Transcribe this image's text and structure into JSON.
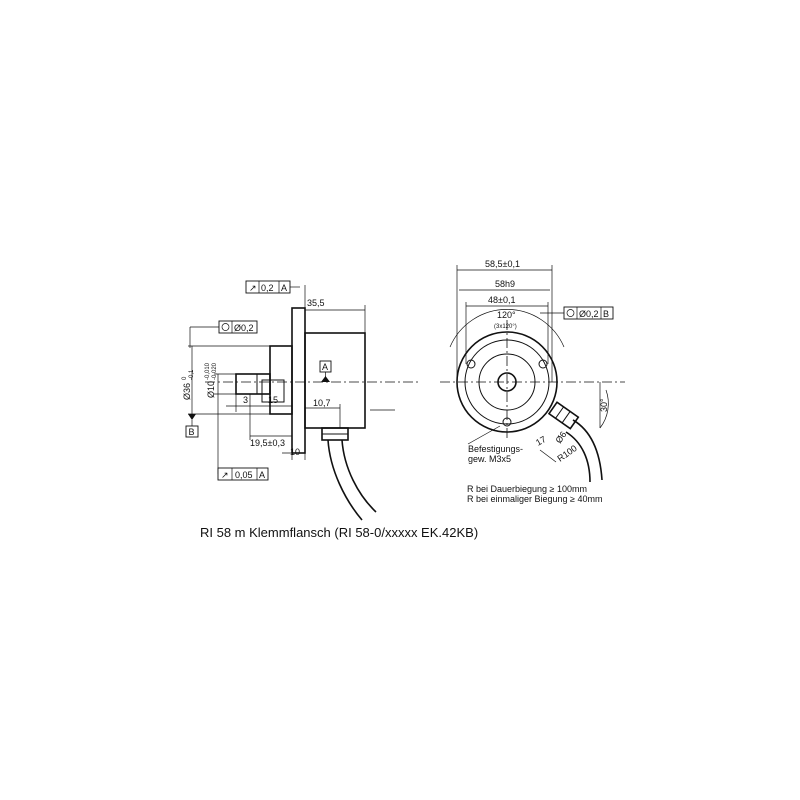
{
  "caption": "RI 58 m Klemmflansch (RI 58-0/xxxxx EK.42KB)",
  "side_view": {
    "tol_runout_top": {
      "value": "0,2",
      "datum": "A"
    },
    "tol_concentric": {
      "value": "Ø0,2"
    },
    "tol_runout_bottom": {
      "value": "0,05",
      "datum": "A"
    },
    "datum_a": "A",
    "datum_b": "B",
    "dim_35_5": "35,5",
    "dim_10_7": "10,7",
    "dim_3": "3",
    "dim_15": "15",
    "dim_19_5": "19,5±0,3",
    "dim_10": "10",
    "dia_36": "Ø36",
    "dia_36_tol_upper": "0",
    "dia_36_tol_lower": "-0,1",
    "dia_10": "Ø10",
    "dia_10_tol_upper": "-0,010",
    "dia_10_tol_lower": "-0,020"
  },
  "front_view": {
    "dim_58_5": "58,5±0,1",
    "dim_58h9": "58h9",
    "dim_48": "48±0,1",
    "angle_120": "120°",
    "angle_3x120": "(3x120°)",
    "tol_position": {
      "value": "Ø0,2",
      "datum": "B"
    },
    "angle_30": "30°",
    "dim_17": "17",
    "dia_6": "Ø6",
    "radius_100": "R100",
    "thread_label_1": "Befestigungs-",
    "thread_label_2": "gew. M3x5",
    "note_1": "R bei Dauerbiegung ≥ 100mm",
    "note_2": "R bei einmaliger Biegung ≥ 40mm"
  }
}
